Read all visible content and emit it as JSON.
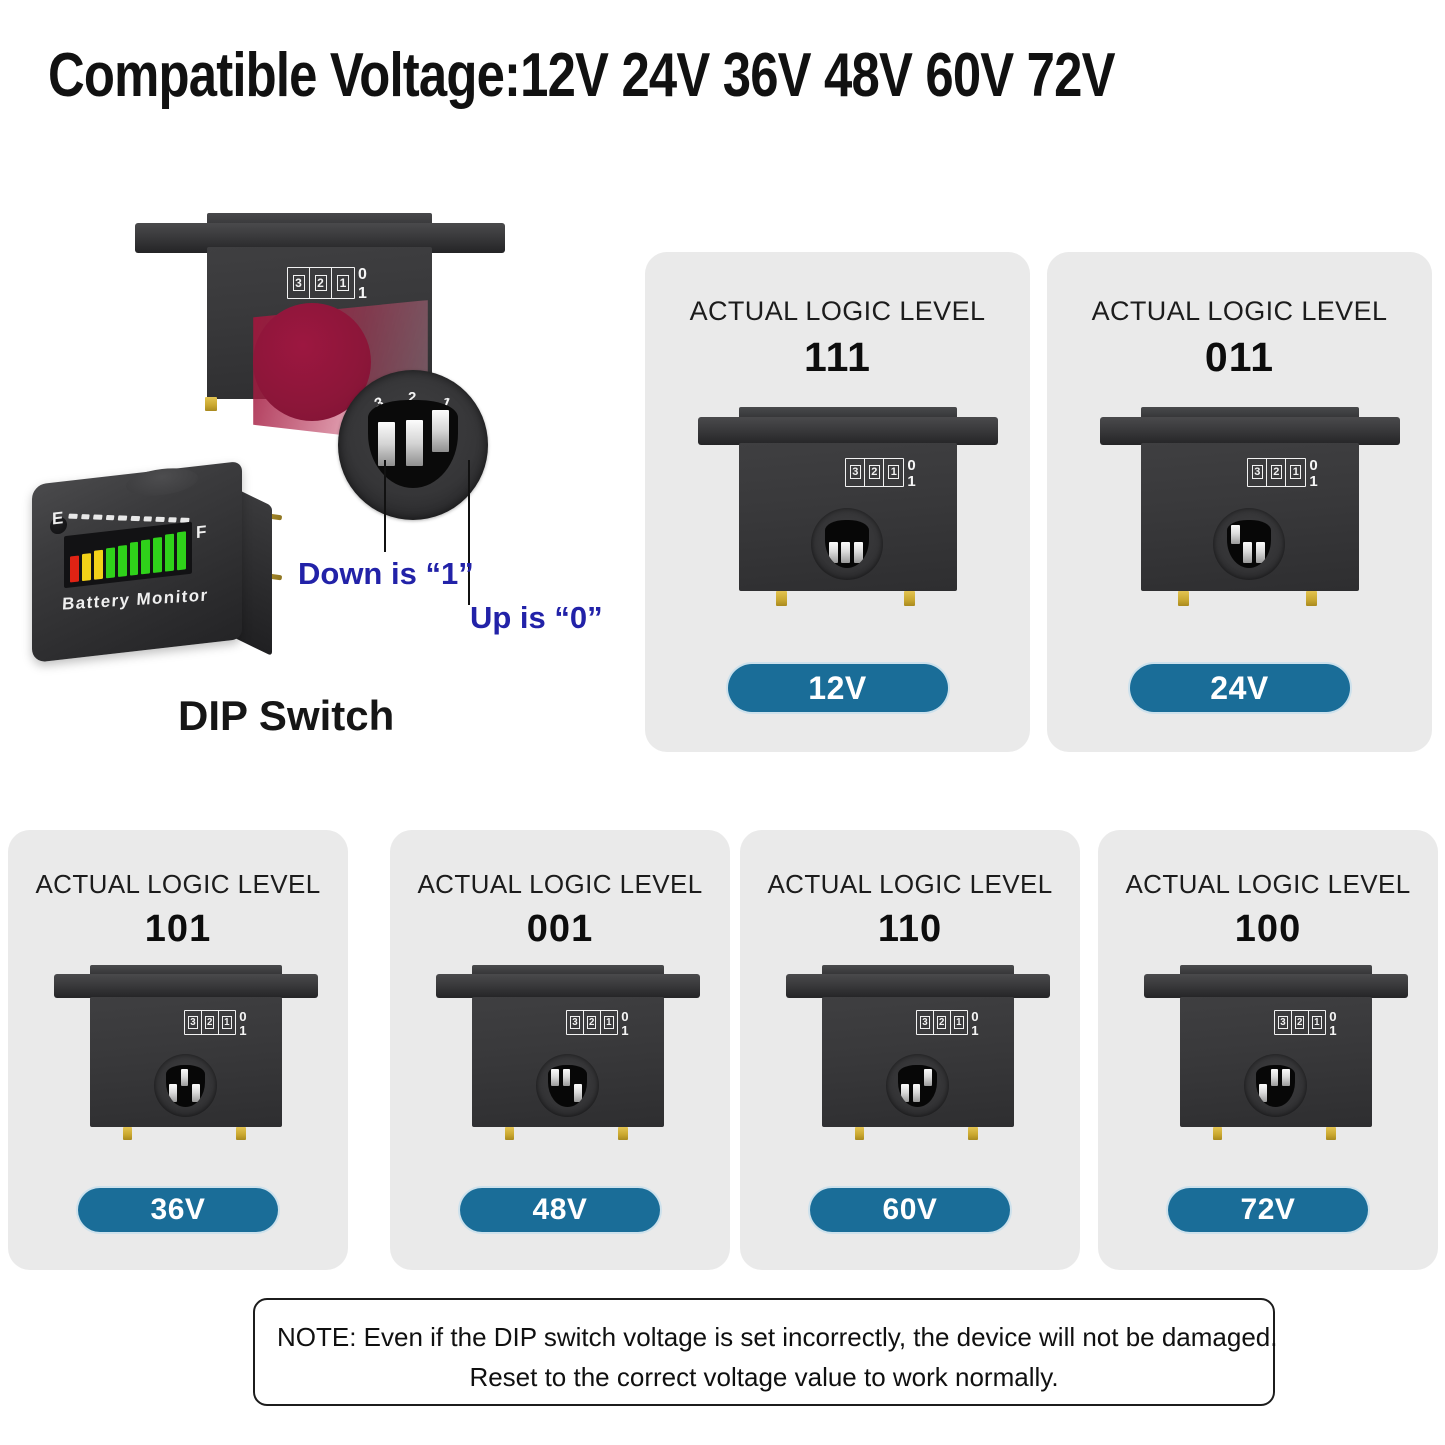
{
  "title": "Compatible Voltage:12V 24V 36V 48V 60V 72V",
  "annotations": {
    "down_is_one": "Down is  “1”",
    "up_is_zero": "Up is  “0”",
    "dip_switch_caption": "DIP Switch"
  },
  "battery_monitor": {
    "empty_label": "E",
    "full_label": "F",
    "product_text": "Battery Monitor",
    "segment_colors": [
      "#e02314",
      "#f2d118",
      "#f2d118",
      "#2fd11a",
      "#2fd11a",
      "#2fd11a",
      "#2fd11a",
      "#2fd11a",
      "#2fd11a",
      "#2fd11a"
    ]
  },
  "device_label": {
    "switch_numbers": [
      "3",
      "2",
      "1"
    ],
    "logic_high_marker": "0",
    "logic_low_marker": "1"
  },
  "magnifier": {
    "numbers": [
      "3",
      "2",
      "1"
    ]
  },
  "cards": [
    {
      "heading": "ACTUAL LOGIC LEVEL",
      "code": "111",
      "voltage": "12V",
      "switch_positions": [
        "down",
        "down",
        "down"
      ]
    },
    {
      "heading": "ACTUAL LOGIC LEVEL",
      "code": "011",
      "voltage": "24V",
      "switch_positions": [
        "up",
        "down",
        "down"
      ]
    },
    {
      "heading": "ACTUAL LOGIC LEVEL",
      "code": "101",
      "voltage": "36V",
      "switch_positions": [
        "down",
        "up",
        "down"
      ]
    },
    {
      "heading": "ACTUAL LOGIC LEVEL",
      "code": "001",
      "voltage": "48V",
      "switch_positions": [
        "up",
        "up",
        "down"
      ]
    },
    {
      "heading": "ACTUAL LOGIC LEVEL",
      "code": "110",
      "voltage": "60V",
      "switch_positions": [
        "down",
        "down",
        "up"
      ]
    },
    {
      "heading": "ACTUAL LOGIC LEVEL",
      "code": "100",
      "voltage": "72V",
      "switch_positions": [
        "down",
        "up",
        "up"
      ]
    }
  ],
  "note": {
    "line1": "NOTE: Even if the DIP switch voltage is set incorrectly, the device will not be damaged.",
    "line2": "Reset to the correct voltage value to work normally."
  },
  "colors": {
    "badge_blue": "#1a6d98",
    "card_gray": "#eaeaea",
    "annotation_blue": "#2222a8",
    "device_black": "#353537",
    "pin_gold": "#c9a72f"
  }
}
